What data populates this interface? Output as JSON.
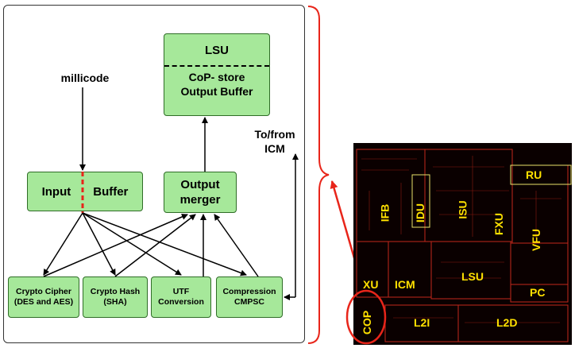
{
  "diagram": {
    "lsu_box": {
      "title": "LSU",
      "subtitle": "CoP- store Output Buffer"
    },
    "millicode_label": "millicode",
    "to_from_icm_label": "To/from ICM",
    "input_buffer": {
      "left": "Input",
      "right": "Buffer"
    },
    "output_merger": "Output merger",
    "units": [
      {
        "name": "Crypto Cipher",
        "detail": "(DES and AES)"
      },
      {
        "name": "Crypto Hash",
        "detail": "(SHA)"
      },
      {
        "name": "UTF",
        "detail": "Conversion"
      },
      {
        "name": "Compression",
        "detail": "CMPSC"
      }
    ]
  },
  "die": {
    "labels": [
      "RU",
      "IFB",
      "IDU",
      "ISU",
      "FXU",
      "VFU",
      "XU",
      "ICM",
      "LSU",
      "PC",
      "COP",
      "L2I",
      "L2D"
    ]
  },
  "colors": {
    "box_fill": "#a6e89a",
    "box_border": "#2f6d27",
    "highlight": "#e8251a",
    "die_text": "#ffe100",
    "die_background": "#0a0000"
  }
}
